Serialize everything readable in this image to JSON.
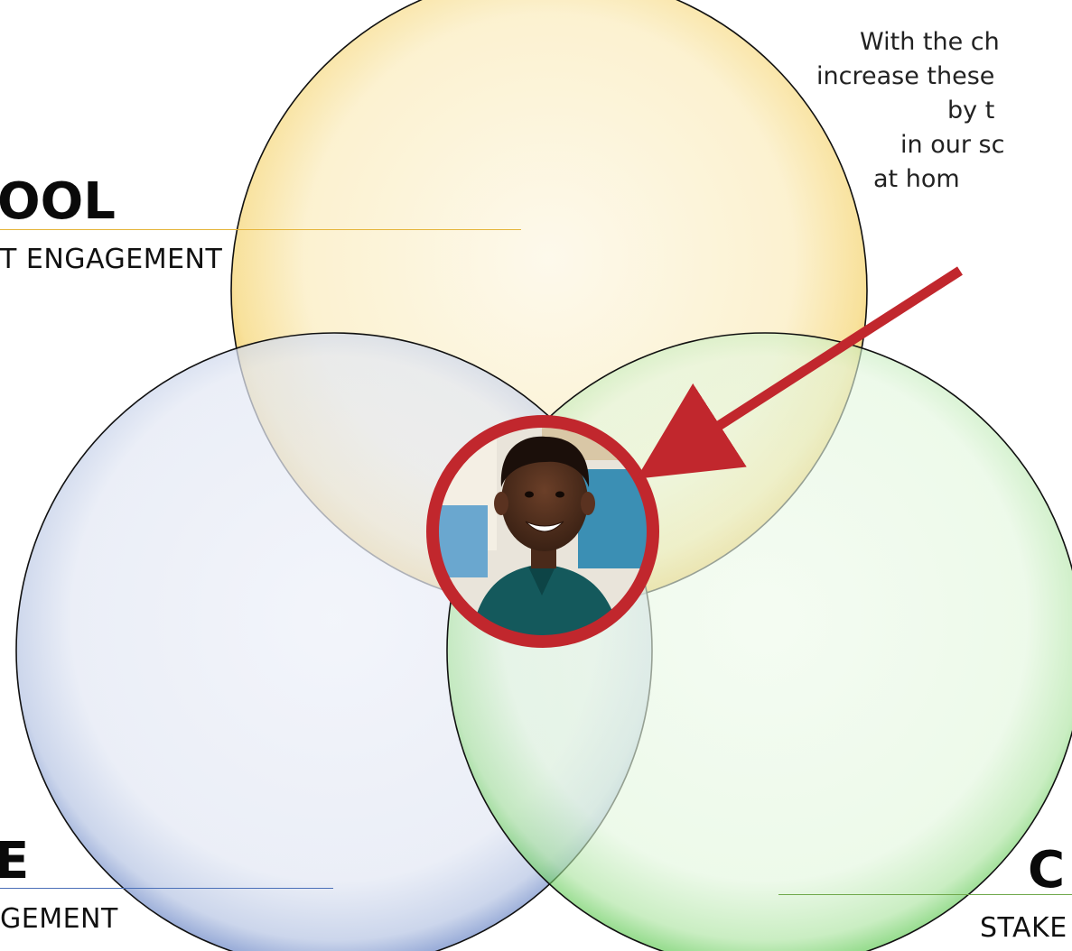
{
  "labels": {
    "school": {
      "title": "OOL",
      "subtitle": "T ENGAGEMENT"
    },
    "home": {
      "title": "E",
      "subtitle": "GEMENT"
    },
    "community": {
      "title": "C",
      "subtitle": "STAKE"
    }
  },
  "callout": {
    "lines": [
      "With the ch",
      "increase these",
      "by t",
      "in our sc",
      "at hom"
    ]
  },
  "center_photo": {
    "subject": "smiling child portrait"
  },
  "colors": {
    "school_circle": "#f6e7b6",
    "home_circle": "#d7deef",
    "community_circle": "#d5f2d0",
    "accent_ring": "#c1272d",
    "arrow": "#c1272d",
    "school_rule": "#e5b53a",
    "home_rule": "#4b70b8",
    "community_rule": "#6fa84b"
  }
}
